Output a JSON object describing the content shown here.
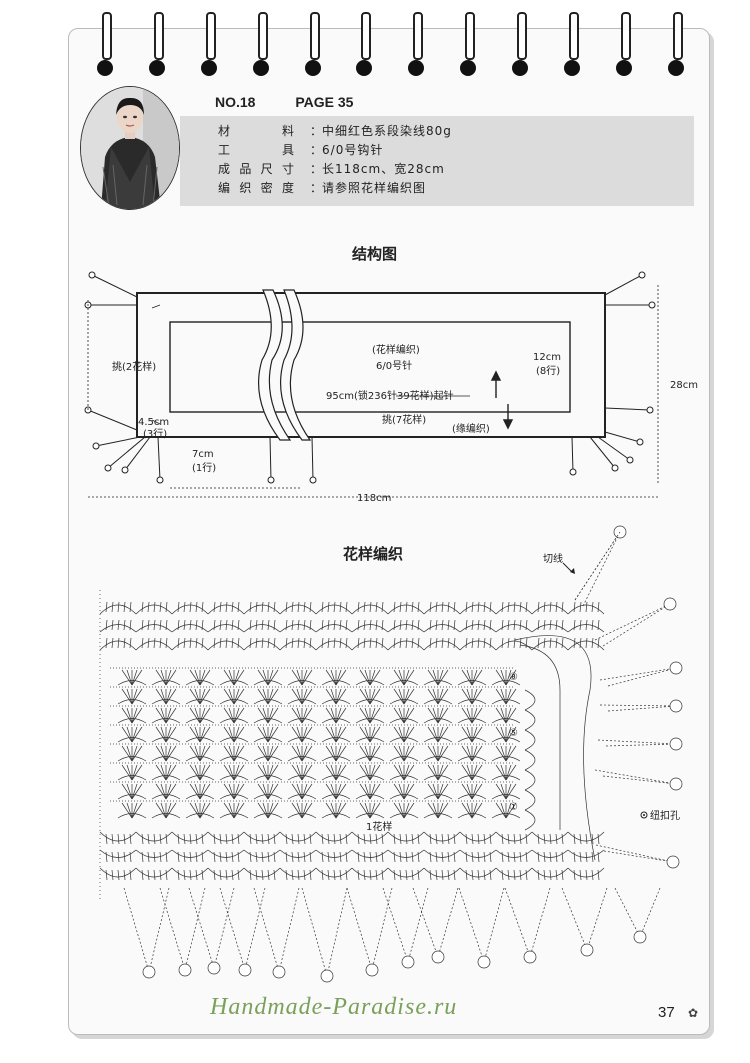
{
  "header": {
    "no": "NO.18",
    "page": "PAGE 35"
  },
  "info": [
    {
      "label": "材料",
      "value": "中细红色系段染线80g"
    },
    {
      "label": "工具",
      "value": "6/0号钩针"
    },
    {
      "label": "成品尺寸",
      "value": "长118cm、宽28cm"
    },
    {
      "label": "编织密度",
      "value": "请参照花样编织图"
    }
  ],
  "structure": {
    "title": "结构图",
    "pattern_name": "(花样编织)",
    "hook": "6/0号针",
    "chain": "95cm(锁236针39花样)起针",
    "pickup_left": "挑(2花样)",
    "pickup_bottom": "挑(7花样)",
    "border": "(缘编织)",
    "h_12": "12cm",
    "h_12_rows": "(8行)",
    "h_28": "28cm",
    "w_45": "4.5cm",
    "w_45_rows": "(3行)",
    "w_7": "7cm",
    "w_7_rows": "(1行)",
    "w_118": "118cm"
  },
  "pattern": {
    "title": "花样编织",
    "cut": "切线",
    "button": "纽扣孔",
    "repeat": "1花样",
    "row_marks": [
      "⑧",
      "⑤",
      "①"
    ]
  },
  "footer": {
    "page_number": "37",
    "watermark": "Handmade-Paradise.ru"
  }
}
